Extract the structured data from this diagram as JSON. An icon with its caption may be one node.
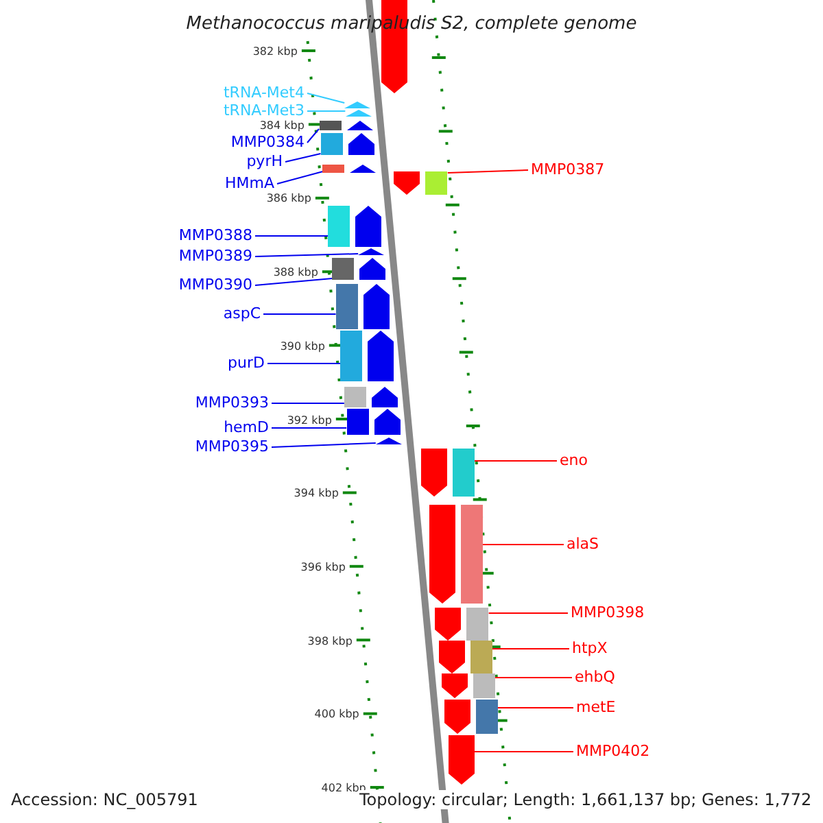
{
  "diagram": {
    "title": "Methanococcus maripaludis S2, complete genome",
    "nodes": [
      {
        "text": [],
        "shape": "arrow"
      },
      {
        "text": [
          "tRNA-Met4"
        ]
      },
      {
        "text": [
          "tRNA-Met3"
        ]
      },
      {
        "text": [
          "MMP0384"
        ]
      },
      {
        "text": [
          "pyrH"
        ]
      },
      {
        "text": [
          "HMmA"
        ]
      },
      {
        "text": [
          "MMP0388"
        ]
      },
      {
        "text": [
          "MMP0389"
        ]
      },
      {
        "text": [
          "MMP0390"
        ]
      },
      {
        "text": [
          "aspC"
        ]
      },
      {
        "text": [
          "purD"
        ]
      },
      {
        "text": [
          "MMP0393"
        ]
      },
      {
        "text": [
          "hemD"
        ]
      },
      {
        "text": [
          "MMP0395"
        ]
      },
      {
        "text": [],
        "shape": "arrow"
      },
      {
        "text": [],
        "shape": "arrow"
      },
      {
        "text": [],
        "shape": "arrow"
      },
      {
        "text": [],
        "shape": "arrow"
      },
      {
        "text": [],
        "shape": "arrow"
      },
      {
        "text": [],
        "shape": "arrow"
      },
      {
        "text": [],
        "shape": "arrow"
      },
      {
        "text": [],
        "shape": "arrow"
      },
      {
        "text": [],
        "shape": "arrow"
      },
      {
        "text": [],
        "shape": "arrow"
      },
      {
        "text": [],
        "shape": "arrow"
      },
      {
        "text": [],
        "shape": "arrow"
      },
      {
        "text": [],
        "shape": "arrow"
      },
      {
        "text": [
          "MMP0387"
        ]
      },
      {
        "text": [
          "eno"
        ]
      },
      {
        "text": [
          "alaS"
        ]
      },
      {
        "text": [
          "MMP0398"
        ]
      },
      {
        "text": [
          "htpX"
        ]
      },
      {
        "text": [
          "ehbQ"
        ]
      },
      {
        "text": [
          "metE"
        ]
      },
      {
        "text": [
          "MMP0402"
        ]
      },
      {
        "text": [],
        "shape": "arrow"
      },
      {
        "text": [],
        "shape": "arrow"
      },
      {
        "text": [],
        "shape": "arrow"
      },
      {
        "text": [],
        "shape": "arrow"
      },
      {
        "text": [],
        "shape": "arrow"
      },
      {
        "text": [],
        "shape": "arrow"
      },
      {
        "text": [],
        "shape": "arrow"
      },
      {
        "text": [],
        "shape": "arrow"
      }
    ],
    "edges": [
      {
        "from": 1,
        "to": 14,
        "arrow": "none",
        "color": "#33ccff"
      },
      {
        "from": 2,
        "to": 15,
        "arrow": "none",
        "color": "#33ccff"
      },
      {
        "from": 3,
        "to": 16,
        "arrow": "none"
      },
      {
        "from": 4,
        "to": 17,
        "arrow": "none"
      },
      {
        "from": 5,
        "to": 18,
        "arrow": "none"
      },
      {
        "from": 6,
        "to": 19,
        "arrow": "none"
      },
      {
        "from": 7,
        "to": 20,
        "arrow": "none"
      },
      {
        "from": 8,
        "to": 21,
        "arrow": "none"
      },
      {
        "from": 9,
        "to": 22,
        "arrow": "none"
      },
      {
        "from": 10,
        "to": 23,
        "arrow": "none"
      },
      {
        "from": 11,
        "to": 24,
        "arrow": "none"
      },
      {
        "from": 12,
        "to": 25,
        "arrow": "none"
      },
      {
        "from": 13,
        "to": 26,
        "arrow": "none"
      },
      {
        "from": 27,
        "to": 35,
        "arrow": "none",
        "color": "#ff0000"
      },
      {
        "from": 28,
        "to": 36,
        "arrow": "none",
        "color": "#ff0000"
      },
      {
        "from": 29,
        "to": 37,
        "arrow": "none",
        "color": "#ff0000"
      },
      {
        "from": 30,
        "to": 38,
        "arrow": "none",
        "color": "#ff0000"
      },
      {
        "from": 31,
        "to": 39,
        "arrow": "none",
        "color": "#ff0000"
      },
      {
        "from": 32,
        "to": 40,
        "arrow": "none",
        "color": "#ff0000"
      },
      {
        "from": 33,
        "to": 41,
        "arrow": "none",
        "color": "#ff0000"
      },
      {
        "from": 34,
        "to": 42,
        "arrow": "none",
        "color": "#ff0000"
      }
    ],
    "labels": [
      "382 kbp",
      "384 kbp",
      "386 kbp",
      "388 kbp",
      "390 kbp",
      "392 kbp",
      "394 kbp",
      "396 kbp",
      "398 kbp",
      "400 kbp",
      "402 kbp",
      "Accession: NC_005791",
      "Topology: circular; Length: 1,661,137 bp; Genes: 1,772"
    ]
  }
}
